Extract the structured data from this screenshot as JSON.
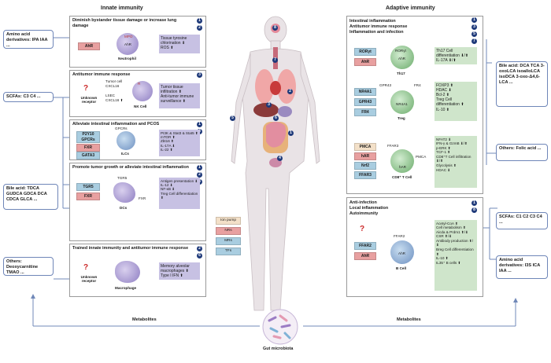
{
  "innate": {
    "title": "Innate immunity",
    "panels": [
      {
        "title": "Diminish bystander tissue damage or increase lung damage",
        "nums": [
          "1",
          "2"
        ],
        "receptors": [
          "AhR"
        ],
        "cell": "Neutrophil",
        "cell_marks": [
          "MPO",
          "AhR"
        ],
        "outcome": [
          "Tissue tyrosine chlorination ⬇",
          "ROS ⬆"
        ]
      },
      {
        "title": "Antitumor immune response",
        "nums": [
          "3"
        ],
        "receptors": [
          "Unknown receptor"
        ],
        "labels": [
          "Tumor cell",
          "CXCL16",
          "LSEC",
          "CXCL16 ⬆"
        ],
        "cell": "NK Cell",
        "cell_marks": [
          "R"
        ],
        "outcome": [
          "Tumor tissue infiltration ⬆",
          "Anti-tumor immune surveillance ⬆"
        ]
      },
      {
        "title": "Alleviate intestinal inflammation and PCOS",
        "nums": [
          "1",
          "4"
        ],
        "receptors": [
          "P2Y10 GPCRs",
          "FXR",
          "GATA3"
        ],
        "cell": "ILCs",
        "cell_marks": [
          "GPCRs"
        ],
        "outcome": [
          "PI3K & Stat3 & Stat5 ⬆",
          "mTOR ⬆",
          "Zbt16 ⬆",
          "IL-17A ⬇",
          "IL-22 ⬆"
        ]
      },
      {
        "title": "Promote tumor growth or alleviate intestinal inflammation",
        "nums": [
          "1",
          "2",
          "3"
        ],
        "receptors": [
          "TGR5",
          "FXR"
        ],
        "cell": "DCs",
        "cell_marks": [
          "TGR5",
          "FXR"
        ],
        "outcome": [
          "Antigen presentation ⬇",
          "IL-12 ⬇",
          "NF-κB ⬇",
          "Treg Cell differentiation ⬆"
        ]
      },
      {
        "title": "Trained innate immunity and antitumor immune response",
        "nums": [
          "2",
          "6"
        ],
        "receptors": [
          "Unknown receptor"
        ],
        "cell": "Macrophage",
        "cell_marks": [],
        "outcome": [
          "Memory alveolar macrophages ⬆",
          "Type I IFN ⬆"
        ]
      }
    ]
  },
  "adaptive": {
    "title": "Adaptive immunity",
    "head_lines": [
      "Intestinal inflammation",
      "Antitumor immune response",
      "Inflammation and infection"
    ],
    "head_nums": [
      "1",
      "3",
      "5",
      "7"
    ],
    "groups": [
      {
        "receptors": [
          "RORγt",
          "AhR"
        ],
        "cell": "Th17",
        "cell_marks": [
          "RORγt",
          "AhR"
        ],
        "outcome": [
          "Th17 Cell differentiation ⬇/⬆",
          "IL-17A ⬇/⬆"
        ]
      },
      {
        "receptors": [
          "NR4A1",
          "GPR43",
          "FR4"
        ],
        "cell": "Treg",
        "cell_marks": [
          "GPR43",
          "FR4",
          "NR4A1"
        ],
        "outcome": [
          "FOXP3 ⬆",
          "HDAC ⬇",
          "Bcl-2 ⬆",
          "Treg Cell differentiation ⬆",
          "IL-10 ⬆"
        ]
      },
      {
        "receptors": [
          "PMCA",
          "hAR",
          "Nrf2",
          "FFAR3"
        ],
        "cell": "CD8⁺ T Cell",
        "cell_marks": [
          "FFAR3",
          "PMCA",
          "hAR"
        ],
        "outcome": [
          "NFAT2 ⬇",
          "IFN-γ & GzmB ⬇/⬆",
          "p-ERK ⬆",
          "TCF-1 ⬆",
          "CD8⁺T Cell infiltration ⬇/⬆",
          "Glycolysis ⬆",
          "HDAC ⬇"
        ]
      }
    ],
    "b_panel": {
      "lines": [
        "Anti-infection",
        "Local inflammation",
        "Autoimmunity"
      ],
      "nums": [
        "1",
        "8"
      ],
      "receptors": [
        "FFAR2",
        "AhR"
      ],
      "cell": "B Cell",
      "cell_marks": [
        "FFAR2",
        "AhR"
      ],
      "outcome": [
        "Acetyl-CoA ⬆",
        "Cell metabolism ⬆",
        "Aicda & Prdm1 ⬆/⬇",
        "CSR ⬆/⬇",
        "Antibody production ⬆/⬇",
        "Breg Cell differentiation ⬆",
        "IL-10 ⬆",
        "IL35⁺ B cells ⬆"
      ]
    }
  },
  "left_side": [
    {
      "text": "Amino acid derivatives: IPA  IAA ..."
    },
    {
      "text": "SCFAs: C3 C4 ..."
    },
    {
      "text": "Bile acid: TDCA GUDCA GDCA DCA CDCA GLCA ..."
    },
    {
      "text": "Others: Deoxycarnitine TMAO ..."
    }
  ],
  "right_side": [
    {
      "text": "Bile acid: DCA TCA 3-oxoLCA isoalloLCA isoDCA 3-oxo-Δ4,6-LCA ..."
    },
    {
      "text": "Others: Folic acid ..."
    },
    {
      "text": "SCFAs: C1 C2 C3 C4 ..."
    },
    {
      "text": "Amino acid derivatives: I3S  ICA IAA ..."
    }
  ],
  "legend": [
    {
      "label": "Ion pump",
      "color": "#f3e0c8"
    },
    {
      "label": "NRs",
      "color": "#e8a0a0"
    },
    {
      "label": "MRs",
      "color": "#a9cde0"
    },
    {
      "label": "TFs",
      "color": "#a9cde0"
    }
  ],
  "bottom": {
    "metabolites_left": "Metabolites",
    "metabolites_right": "Metabolites",
    "microbiota": "Gut microbiota"
  },
  "body_nums": [
    "8",
    "7",
    "2",
    "3",
    "6",
    "1",
    "4",
    "5"
  ],
  "colors": {
    "accent": "#1f3a7a",
    "nr": "#e8a0a0",
    "mr": "#a9cde0",
    "purple": "#c7c1e3",
    "green": "#cfe5cb"
  }
}
